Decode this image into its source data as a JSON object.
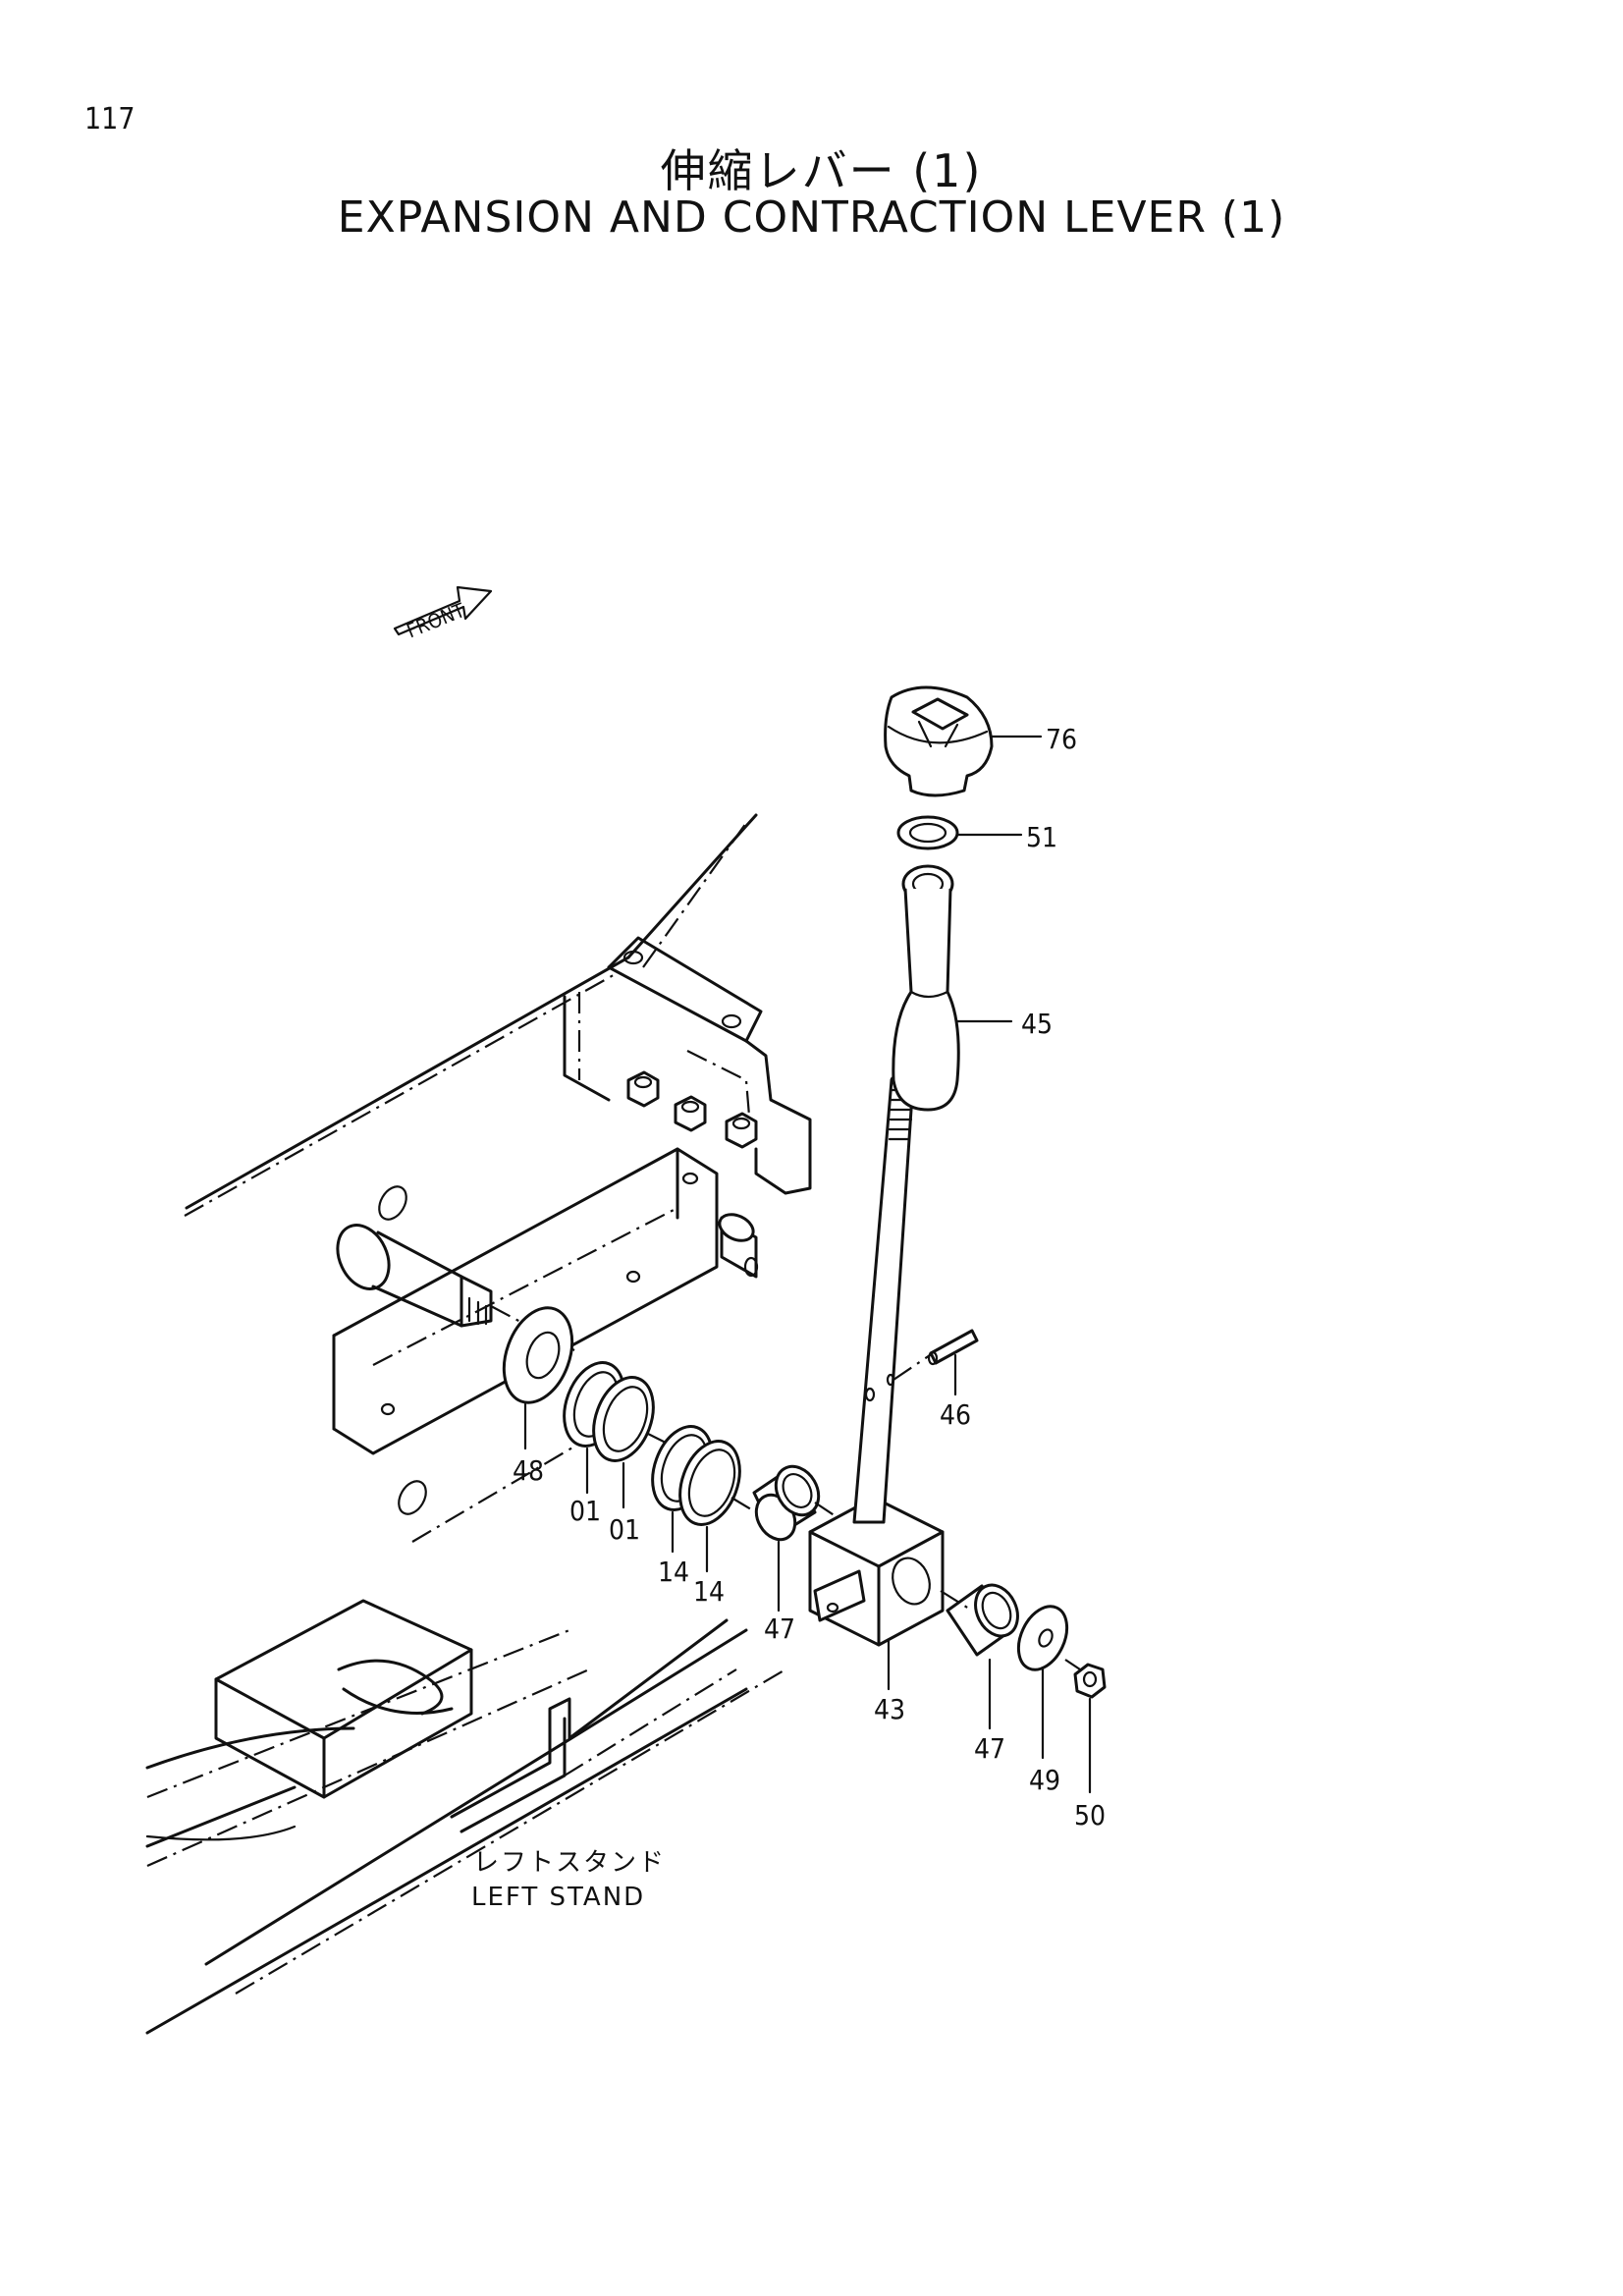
{
  "page_number": "117",
  "title_jp": "伸縮レバー (1)",
  "title_en": "EXPANSION AND CONTRACTION LEVER (1)",
  "front_marker": "FRONT",
  "note_jp": "レフトスタンド",
  "note_en": "LEFT STAND",
  "callouts": {
    "p76": "76",
    "p51": "51",
    "p45": "45",
    "p46": "46",
    "p48": "48",
    "p01a": "01",
    "p01b": "01",
    "p14a": "14",
    "p14b": "14",
    "p47a": "47",
    "p43": "43",
    "p47b": "47",
    "p49": "49",
    "p50": "50"
  }
}
